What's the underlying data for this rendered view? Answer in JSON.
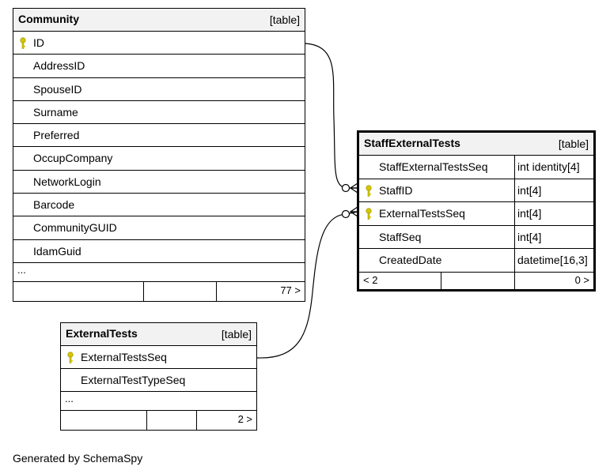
{
  "community": {
    "name": "Community",
    "kind": "[table]",
    "columns": [
      {
        "name": "ID",
        "pk": true
      },
      {
        "name": "AddressID"
      },
      {
        "name": "SpouseID"
      },
      {
        "name": "Surname"
      },
      {
        "name": "Preferred"
      },
      {
        "name": "OccupCompany"
      },
      {
        "name": "NetworkLogin"
      },
      {
        "name": "Barcode"
      },
      {
        "name": "CommunityGUID"
      },
      {
        "name": "IdamGuid"
      }
    ],
    "ellipsis": "...",
    "children_count": "77 >"
  },
  "staff_external_tests": {
    "name": "StaffExternalTests",
    "kind": "[table]",
    "columns": [
      {
        "name": "StaffExternalTestsSeq",
        "type": "int identity[4]"
      },
      {
        "name": "StaffID",
        "type": "int[4]",
        "pk": true
      },
      {
        "name": "ExternalTestsSeq",
        "type": "int[4]",
        "pk": true
      },
      {
        "name": "StaffSeq",
        "type": "int[4]"
      },
      {
        "name": "CreatedDate",
        "type": "datetime[16,3]"
      }
    ],
    "parents_count": "< 2",
    "children_count": "0 >"
  },
  "external_tests": {
    "name": "ExternalTests",
    "kind": "[table]",
    "columns": [
      {
        "name": "ExternalTestsSeq",
        "pk": true
      },
      {
        "name": "ExternalTestTypeSeq"
      }
    ],
    "ellipsis": "...",
    "children_count": "2 >"
  },
  "footer": "Generated by SchemaSpy",
  "colors": {
    "key": "#d4c800",
    "header_bg": "#f2f2f2"
  }
}
